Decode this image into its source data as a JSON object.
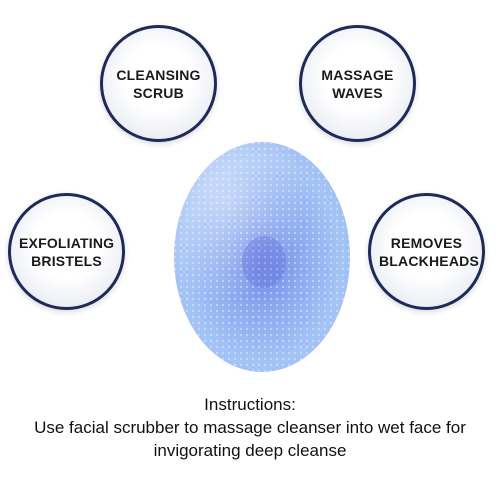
{
  "badges": {
    "cleansing_scrub": {
      "line1": "CLEANSING",
      "line2": "SCRUB"
    },
    "massage_waves": {
      "line1": "MASSAGE",
      "line2": "WAVES"
    },
    "exfoliating_bristels": {
      "line1": "EXFOLIATING",
      "line2": "BRISTELS"
    },
    "removes_blackheads": {
      "line1": "REMOVES",
      "line2": "BLACKHEADS"
    }
  },
  "instructions": {
    "heading": "Instructions:",
    "line1": "Use facial scrubber to massage cleanser into wet face for",
    "line2": "invigorating deep cleanse"
  },
  "colors": {
    "badge_border": "#1f2a5c",
    "scrubber": "#8fb0f0",
    "text": "#111111"
  }
}
